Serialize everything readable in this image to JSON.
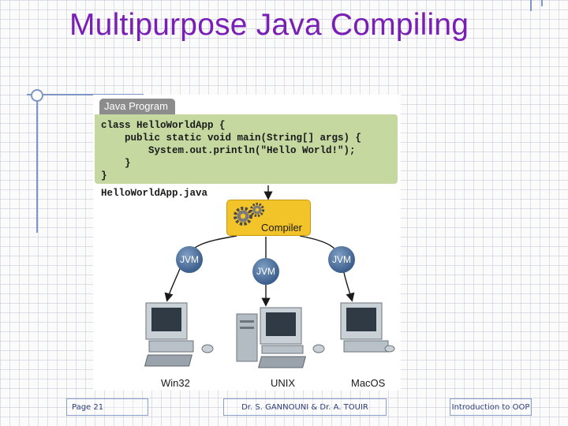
{
  "slide": {
    "title": "Multipurpose Java Compiling"
  },
  "diagram": {
    "tab_label": "Java Program",
    "code_lines": [
      "class HelloWorldApp {",
      "    public static void main(String[] args) {",
      "        System.out.println(\"Hello World!\");",
      "    }",
      "}"
    ],
    "filename": "HelloWorldApp.java",
    "compiler_label": "Compiler",
    "jvm_labels": [
      "JVM",
      "JVM",
      "JVM"
    ],
    "os_labels": [
      "Win32",
      "UNIX",
      "MacOS"
    ],
    "colors": {
      "title": "#7a1fb5",
      "code_panel": "#c4d8a0",
      "compiler": "#f3c429",
      "jvm": "#3d5f8c"
    },
    "icons": [
      "gear-icon",
      "computer-icon",
      "server-icon"
    ]
  },
  "footer": {
    "page": "Page 21",
    "author": "Dr. S. GANNOUNI & Dr. A. TOUIR",
    "course": "Introduction to OOP"
  }
}
